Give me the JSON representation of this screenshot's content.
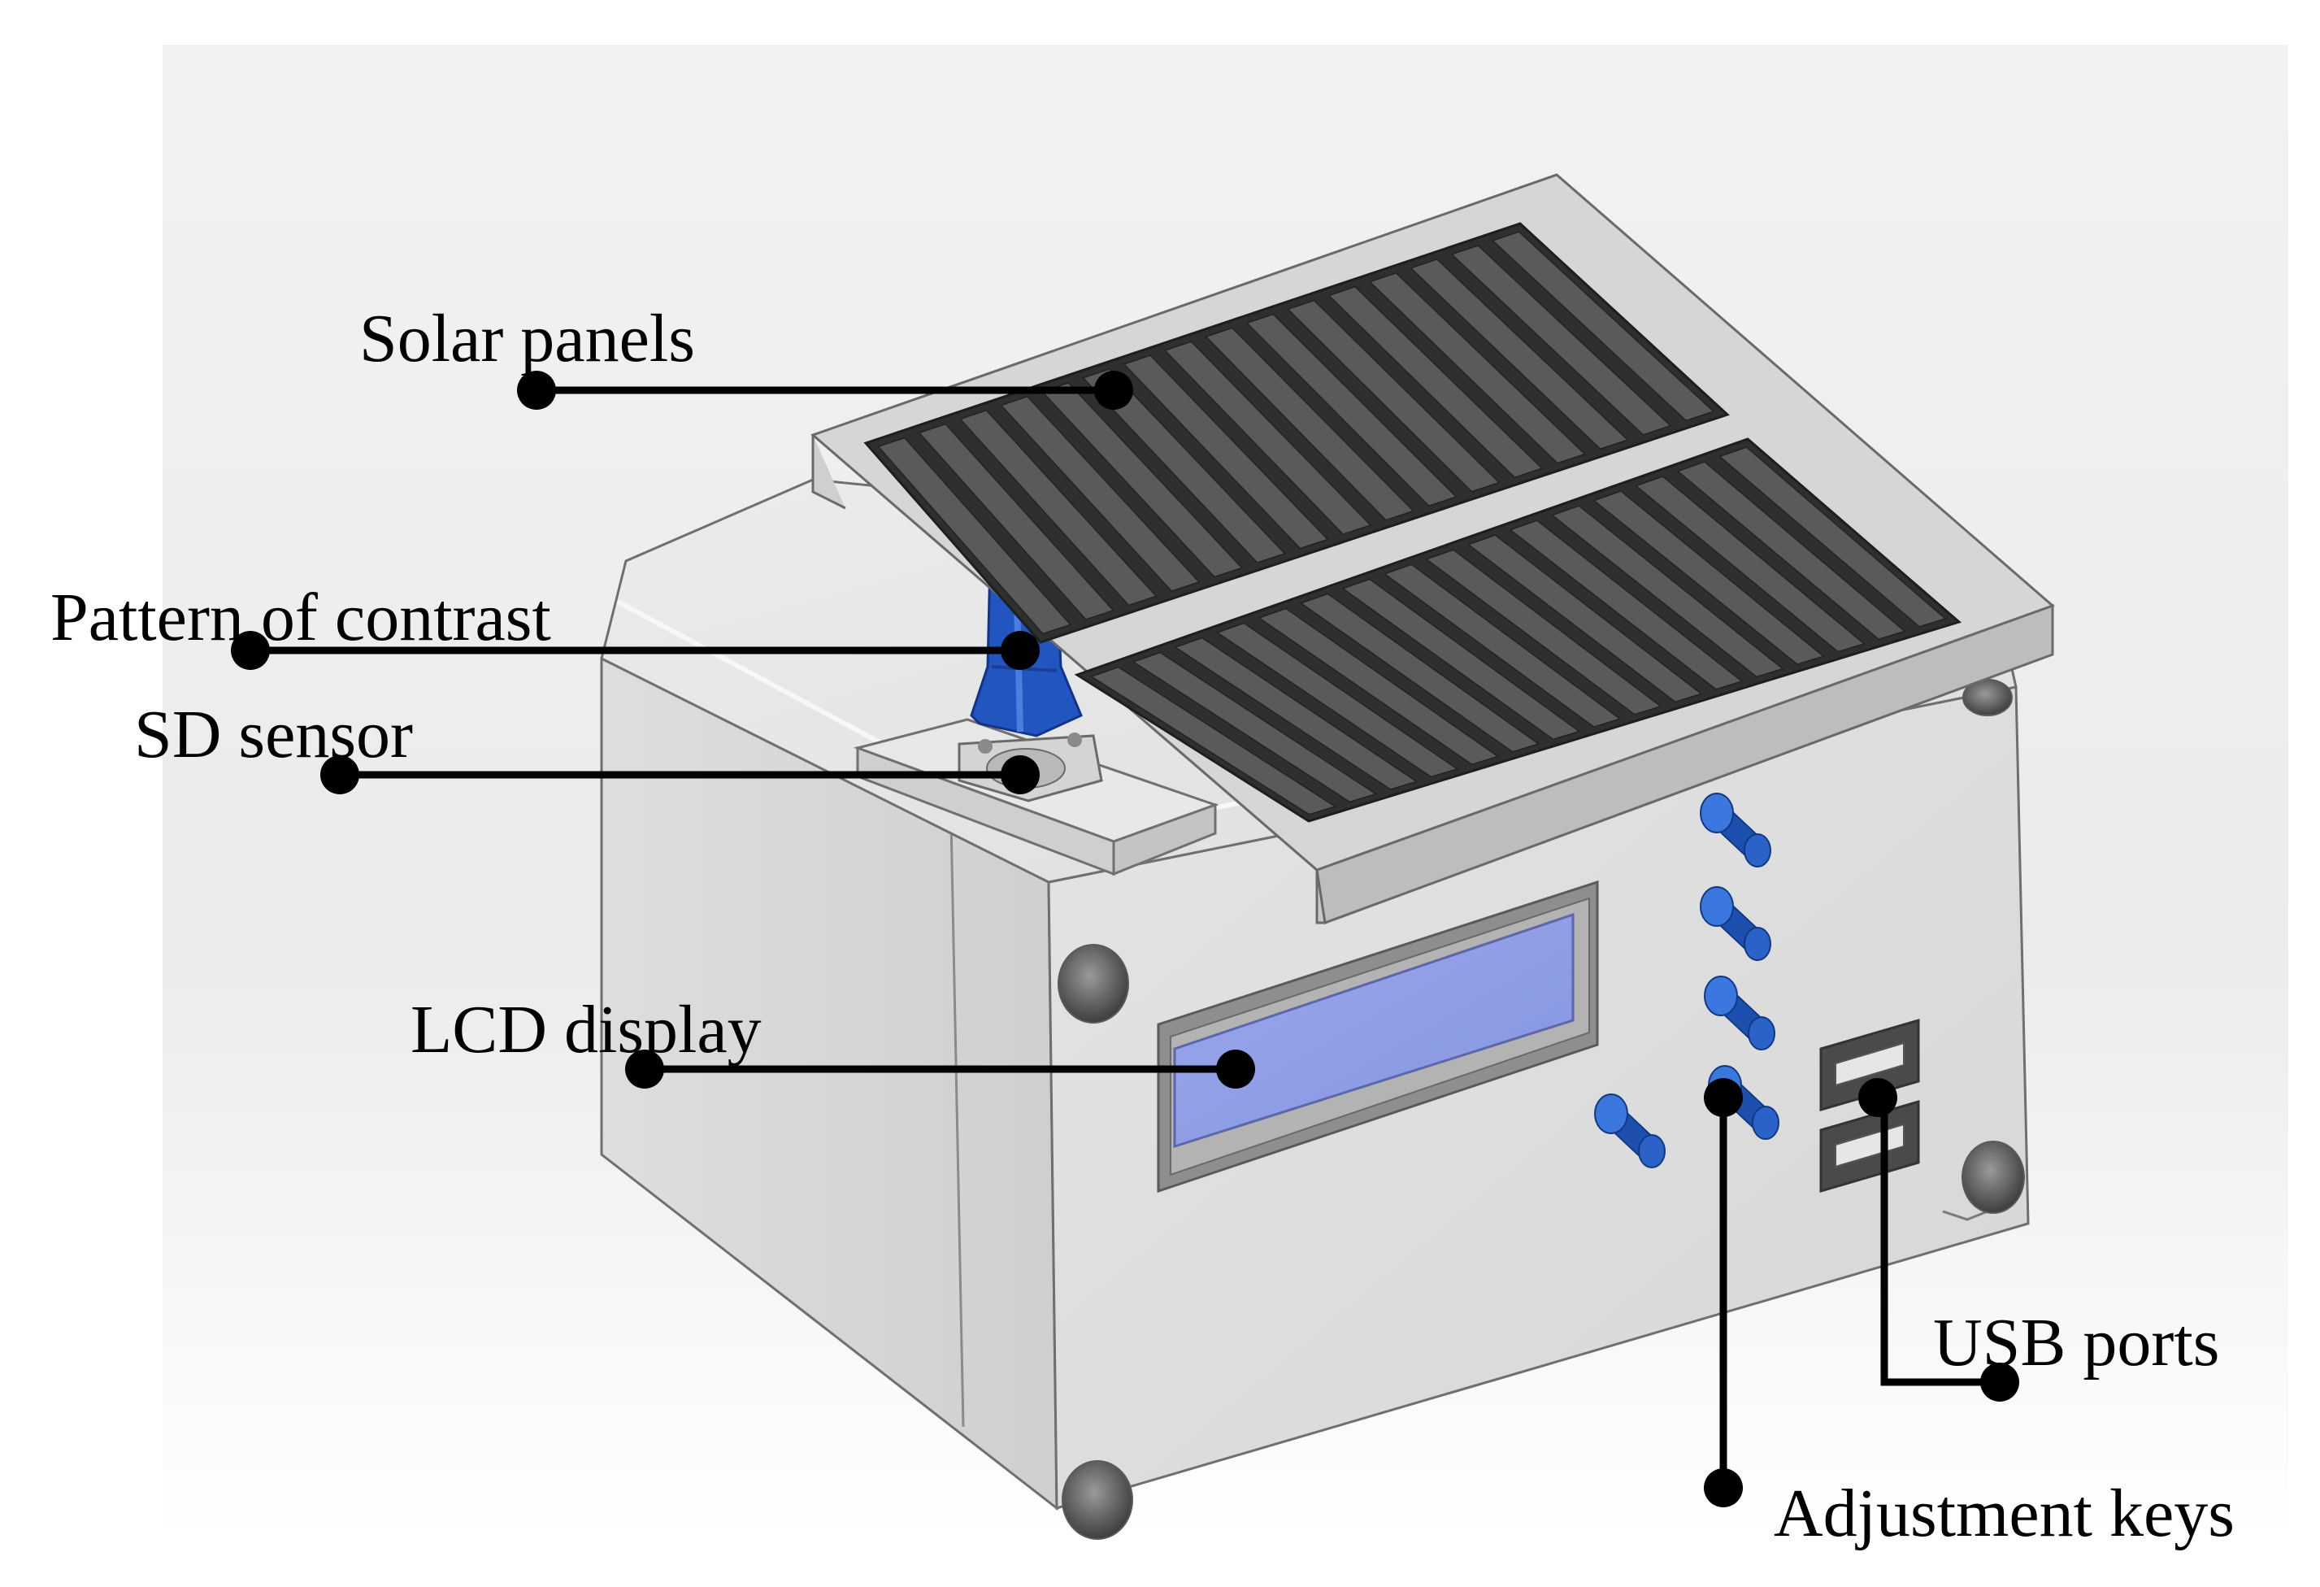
{
  "figure": {
    "labels": {
      "solar_panels": "Solar panels",
      "pattern_of_contrast": "Pattern of contrast",
      "sd_sensor": "SD sensor",
      "lcd_display": "LCD display",
      "usb_ports": "USB ports",
      "adjustment_keys": "Adjustment keys"
    },
    "colors": {
      "callout": "#000000",
      "housing": "#dcdcdc",
      "panel_frame": "#d2d2d2",
      "solar_cell": "#3c3c3c",
      "lcd_screen": "#8f9fe6",
      "knob": "#2360c8",
      "contrast_pattern": "#2155c0"
    }
  }
}
